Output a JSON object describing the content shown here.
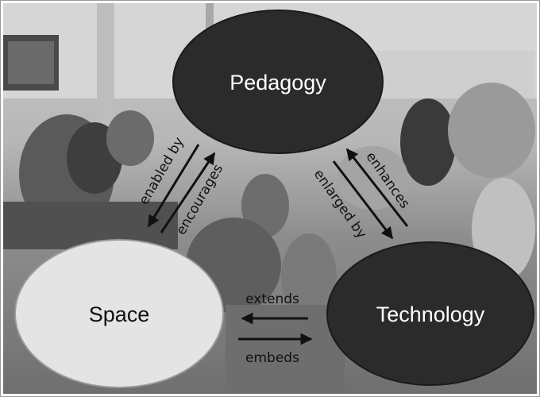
{
  "nodes": {
    "pedagogy": {
      "label": "Pedagogy"
    },
    "space": {
      "label": "Space"
    },
    "technology": {
      "label": "Technology"
    }
  },
  "edges": {
    "space_pedagogy_enabled": {
      "label": "enabled by"
    },
    "space_pedagogy_encourages": {
      "label": "encourages"
    },
    "pedagogy_technology_enlarged": {
      "label": "enlarged by"
    },
    "pedagogy_technology_enhances": {
      "label": "enhances"
    },
    "technology_space_extends": {
      "label": "extends"
    },
    "space_technology_embeds": {
      "label": "embeds"
    }
  },
  "colors": {
    "dark_node": "#2b2b2b",
    "light_node": "#e4e4e4",
    "arrow": "#111111",
    "node_text_light": "#ffffff",
    "node_text_dark": "#111111"
  }
}
